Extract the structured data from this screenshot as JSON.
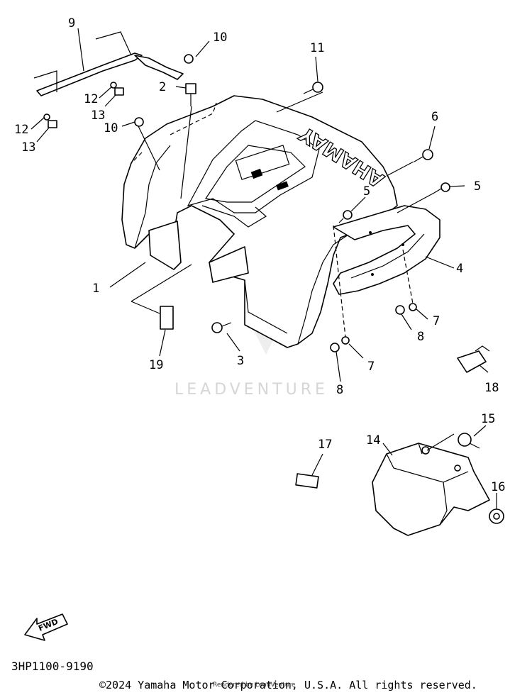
{
  "diagram": {
    "brand_on_fender": "YAMAHA",
    "watermark": "LEADVENTURE",
    "fwd_label": "FWD",
    "diagram_code": "3HP1100-9190",
    "copyright": "©2024 Yamaha Motor Corporation, U.S.A. All rights reserved.",
    "renderer_note": "Rendered by LeadVenture",
    "callouts": {
      "c1": "1",
      "c2": "2",
      "c3": "3",
      "c4": "4",
      "c5a": "5",
      "c5b": "5",
      "c6": "6",
      "c7a": "7",
      "c7b": "7",
      "c8a": "8",
      "c8b": "8",
      "c9": "9",
      "c10a": "10",
      "c10b": "10",
      "c11": "11",
      "c12a": "12",
      "c12b": "12",
      "c13a": "13",
      "c13b": "13",
      "c14": "14",
      "c15": "15",
      "c16": "16",
      "c17": "17",
      "c18": "18",
      "c19": "19"
    }
  }
}
